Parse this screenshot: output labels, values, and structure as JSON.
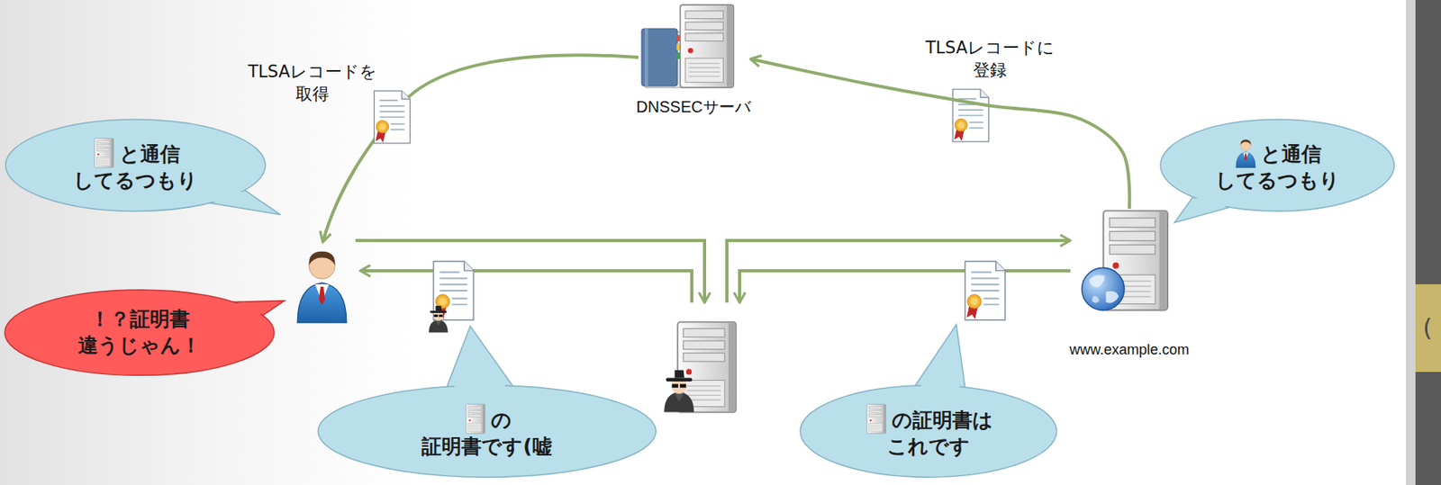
{
  "diagram": {
    "nodes": [
      {
        "text": [
          "と通信 してるつもり"
        ]
      },
      {
        "text": [
          "DNSSECサーバ"
        ]
      },
      {
        "text": [
          "と通信 してるつもり"
        ]
      },
      {
        "text": [
          "！？証明書 違うじゃん！"
        ]
      },
      {
        "text": [
          "www.example.com"
        ]
      },
      {
        "text": [
          "の 証明書です(嘘"
        ]
      },
      {
        "text": [
          "の証明書は これです"
        ]
      }
    ],
    "edges": [
      {
        "from": 4,
        "to": 1,
        "arrow": "to",
        "label": "TLSAレコードに 登録"
      }
    ],
    "labels": [
      "TLSAレコードを 取得",
      "("
    ]
  }
}
